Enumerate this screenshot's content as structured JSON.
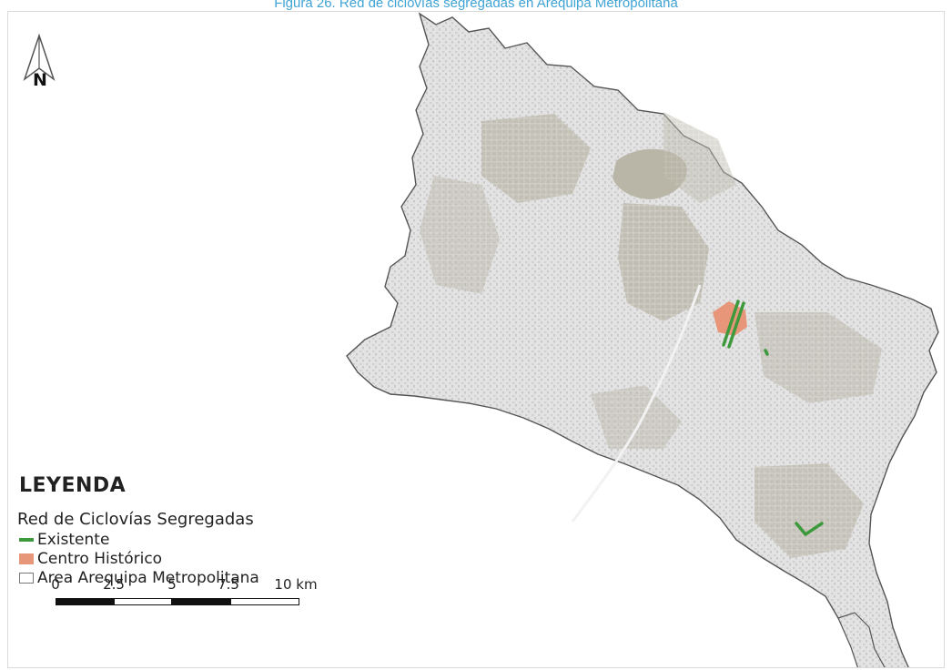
{
  "caption": "Figura 26. Red de ciclovías segregadas en Arequipa Metropolitana",
  "north_arrow": {
    "icon": "north-arrow-icon",
    "label": "N"
  },
  "legend": {
    "title": "LEYENDA",
    "subtitle": "Red de Ciclovías Segregadas",
    "items": [
      {
        "label": "Existente",
        "icon": "green-line-swatch",
        "color": "#3c9a3c"
      },
      {
        "label": "Centro Histórico",
        "icon": "salmon-fill-swatch",
        "color": "#e8967a"
      },
      {
        "label": "Area Arequipa Metropolitana",
        "icon": "outline-swatch",
        "color": "#ffffff"
      }
    ]
  },
  "scalebar": {
    "ticks": [
      "0",
      "2.5",
      "5",
      "7.5",
      "10 km"
    ]
  },
  "colors": {
    "urban_fabric": "#d6d6d6",
    "dense_blocks": "#b7b4a6",
    "boundary": "#555555",
    "bike_lane": "#3c9a3c",
    "historic_center": "#e8967a",
    "caption": "#3fa3d4"
  }
}
